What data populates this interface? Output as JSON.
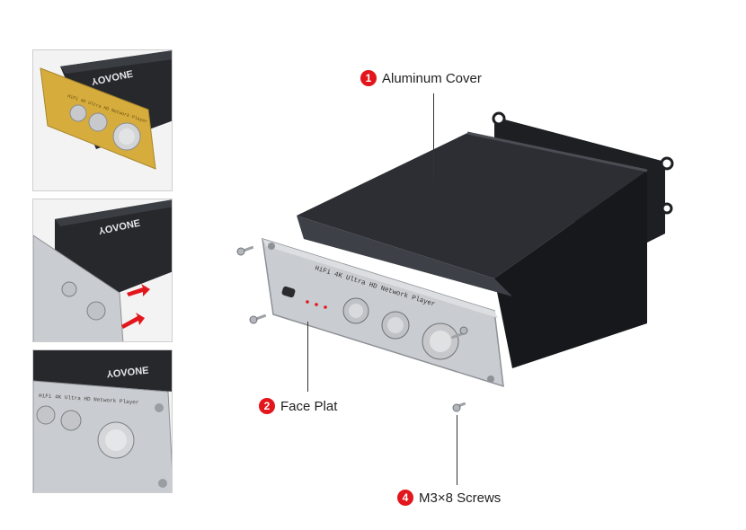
{
  "colors": {
    "badge": "#e2161c",
    "chassis": "#26282c",
    "faceplate_silver": "#c9ccd0",
    "faceplate_gold": "#d6ac3c",
    "arrow": "#e2161c"
  },
  "brand_logo_text": "ƎNOΛOΥ",
  "thumbnails": [
    {
      "id": "gold-faceplate-view"
    },
    {
      "id": "assembly-arrows-view"
    },
    {
      "id": "silver-front-closeup"
    }
  ],
  "product": {
    "faceplate_text": "HiFi 4K Ultra HD Network Player"
  },
  "callouts": [
    {
      "number": "1",
      "label": "Aluminum Cover"
    },
    {
      "number": "2",
      "label": "Face Plat"
    },
    {
      "number": "4",
      "label": "M3×8 Screws"
    }
  ]
}
